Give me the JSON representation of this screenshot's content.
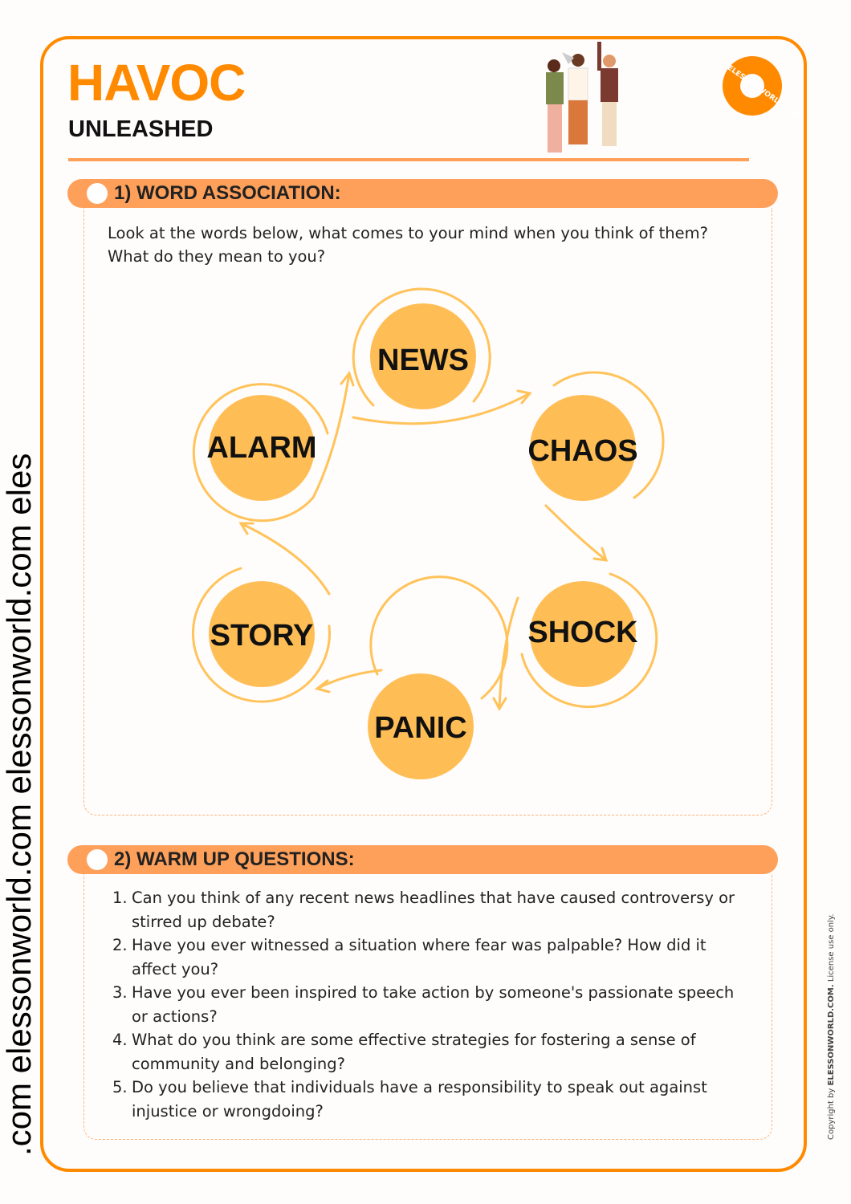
{
  "header": {
    "title": "HAVOC",
    "subtitle": "UNLEASHED",
    "logo_text": "ELESSONWORLD.COM"
  },
  "section1": {
    "heading": "1) WORD ASSOCIATION:",
    "intro_line1": "Look at the words below, what comes to your mind when you think of them?",
    "intro_line2": "What do they mean to you?",
    "words": [
      "NEWS",
      "ALARM",
      "CHAOS",
      "STORY",
      "SHOCK",
      "PANIC"
    ]
  },
  "section2": {
    "heading": "2) WARM UP QUESTIONS:",
    "questions": [
      "Can you think of any recent news headlines that have caused controversy or stirred up debate?",
      "Have you ever witnessed a situation where fear was palpable? How did it affect you?",
      "Have you ever been inspired to take action by someone's passionate speech or actions?",
      "What do you think are some effective strategies for fostering a sense of community and belonging?",
      "Do you believe that individuals have a responsibility to speak out against injustice or wrongdoing?"
    ]
  },
  "copyright": {
    "prefix": "Copyright by ",
    "brand": "ELESSONWORLD.COM.",
    "suffix": " License use only."
  },
  "watermark": ".com elessonworld.com elessonworld.com eles",
  "colors": {
    "accent": "#ff8a00",
    "band": "#ffa05a",
    "circle": "#ffbe55"
  }
}
